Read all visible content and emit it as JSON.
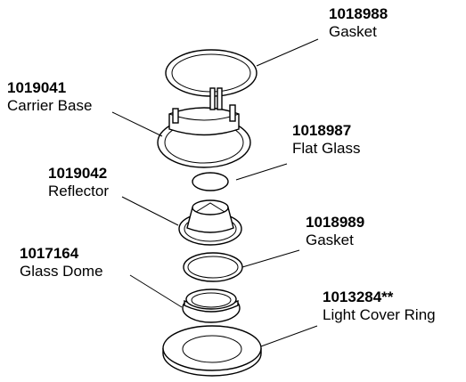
{
  "parts": [
    {
      "part_number": "1018988",
      "name": "Gasket"
    },
    {
      "part_number": "1019041",
      "name": "Carrier Base"
    },
    {
      "part_number": "1018987",
      "name": "Flat Glass"
    },
    {
      "part_number": "1019042",
      "name": "Reflector"
    },
    {
      "part_number": "1018989",
      "name": "Gasket"
    },
    {
      "part_number": "1017164",
      "name": "Glass Dome"
    },
    {
      "part_number": "1013284**",
      "name": "Light Cover Ring"
    }
  ]
}
